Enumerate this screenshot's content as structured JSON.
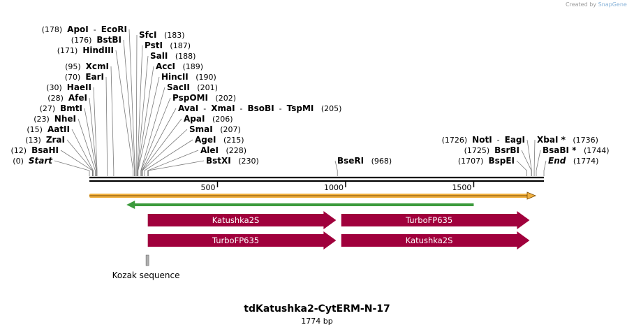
{
  "credit": {
    "prefix": "Created by",
    "brand": "SnapGene"
  },
  "plasmid": {
    "name": "tdKatushka2-CytERM-N-17",
    "length_label": "1774 bp",
    "length": 1774
  },
  "ruler": {
    "ticks": [
      500,
      1000,
      1500
    ]
  },
  "sites": [
    {
      "pos": "(178)",
      "names": [
        "ApoI",
        "EcoRI"
      ],
      "italic": false,
      "bp": 178
    },
    {
      "pos": "(176)",
      "names": [
        "BstBI"
      ],
      "italic": false,
      "bp": 176
    },
    {
      "pos": "(171)",
      "names": [
        "HindIII"
      ],
      "italic": false,
      "bp": 171
    },
    {
      "pos": "(95)",
      "names": [
        "XcmI"
      ],
      "italic": false,
      "bp": 95
    },
    {
      "pos": "(70)",
      "names": [
        "EarI"
      ],
      "italic": false,
      "bp": 70
    },
    {
      "pos": "(30)",
      "names": [
        "HaeII"
      ],
      "italic": false,
      "bp": 30
    },
    {
      "pos": "(28)",
      "names": [
        "AfeI"
      ],
      "italic": false,
      "bp": 28
    },
    {
      "pos": "(27)",
      "names": [
        "BmtI"
      ],
      "italic": false,
      "bp": 27
    },
    {
      "pos": "(23)",
      "names": [
        "NheI"
      ],
      "italic": false,
      "bp": 23
    },
    {
      "pos": "(15)",
      "names": [
        "AatII"
      ],
      "italic": false,
      "bp": 15
    },
    {
      "pos": "(13)",
      "names": [
        "ZraI"
      ],
      "italic": false,
      "bp": 13
    },
    {
      "pos": "(12)",
      "names": [
        "BsaHI"
      ],
      "italic": false,
      "bp": 12
    },
    {
      "pos": "(0)",
      "names": [
        "Start"
      ],
      "italic": true,
      "bp": 0
    },
    {
      "pos": "(183)",
      "names": [
        "SfcI"
      ],
      "italic": false,
      "bp": 183
    },
    {
      "pos": "(187)",
      "names": [
        "PstI"
      ],
      "italic": false,
      "bp": 187
    },
    {
      "pos": "(188)",
      "names": [
        "SalI"
      ],
      "italic": false,
      "bp": 188
    },
    {
      "pos": "(189)",
      "names": [
        "AccI"
      ],
      "italic": false,
      "bp": 189
    },
    {
      "pos": "(190)",
      "names": [
        "HincII"
      ],
      "italic": false,
      "bp": 190
    },
    {
      "pos": "(201)",
      "names": [
        "SacII"
      ],
      "italic": false,
      "bp": 201
    },
    {
      "pos": "(202)",
      "names": [
        "PspOMI"
      ],
      "italic": false,
      "bp": 202
    },
    {
      "pos": "(205)",
      "names": [
        "AvaI",
        "XmaI",
        "BsoBI",
        "TspMI"
      ],
      "italic": false,
      "bp": 205
    },
    {
      "pos": "(206)",
      "names": [
        "ApaI"
      ],
      "italic": false,
      "bp": 206
    },
    {
      "pos": "(207)",
      "names": [
        "SmaI"
      ],
      "italic": false,
      "bp": 207
    },
    {
      "pos": "(215)",
      "names": [
        "AgeI"
      ],
      "italic": false,
      "bp": 215
    },
    {
      "pos": "(228)",
      "names": [
        "AleI"
      ],
      "italic": false,
      "bp": 228
    },
    {
      "pos": "(230)",
      "names": [
        "BstXI"
      ],
      "italic": false,
      "bp": 230
    },
    {
      "pos": "(968)",
      "names": [
        "BseRI"
      ],
      "italic": false,
      "bp": 968
    },
    {
      "pos": "(1726)",
      "names": [
        "NotI",
        "EagI"
      ],
      "italic": false,
      "bp": 1726
    },
    {
      "pos": "(1725)",
      "names": [
        "BsrBI"
      ],
      "italic": false,
      "bp": 1725
    },
    {
      "pos": "(1707)",
      "names": [
        "BspEI"
      ],
      "italic": false,
      "bp": 1707
    },
    {
      "pos": "(1736)",
      "names": [
        "XbaI *"
      ],
      "italic": false,
      "bp": 1736
    },
    {
      "pos": "(1744)",
      "names": [
        "BsaBI *"
      ],
      "italic": false,
      "bp": 1744
    },
    {
      "pos": "(1774)",
      "names": [
        "End"
      ],
      "italic": true,
      "bp": 1774
    }
  ],
  "features": [
    {
      "label": "Katushka2S",
      "start": 228,
      "end": 963,
      "color": "#a0003c",
      "row": 1
    },
    {
      "label": "TurboFP635",
      "start": 983,
      "end": 1718,
      "color": "#a0003c",
      "row": 1
    },
    {
      "label": "TurboFP635",
      "start": 228,
      "end": 963,
      "color": "#a0003c",
      "row": 2
    },
    {
      "label": "Katushka2S",
      "start": 983,
      "end": 1718,
      "color": "#a0003c",
      "row": 2
    }
  ],
  "kozak": {
    "label": "Kozak sequence",
    "start": 221,
    "end": 230,
    "color": "#b0b0b0"
  },
  "colors": {
    "backbone": "#000000",
    "orange_track": "#f0b040",
    "green_track": "#3c9a3c",
    "feature": "#a0003c"
  }
}
